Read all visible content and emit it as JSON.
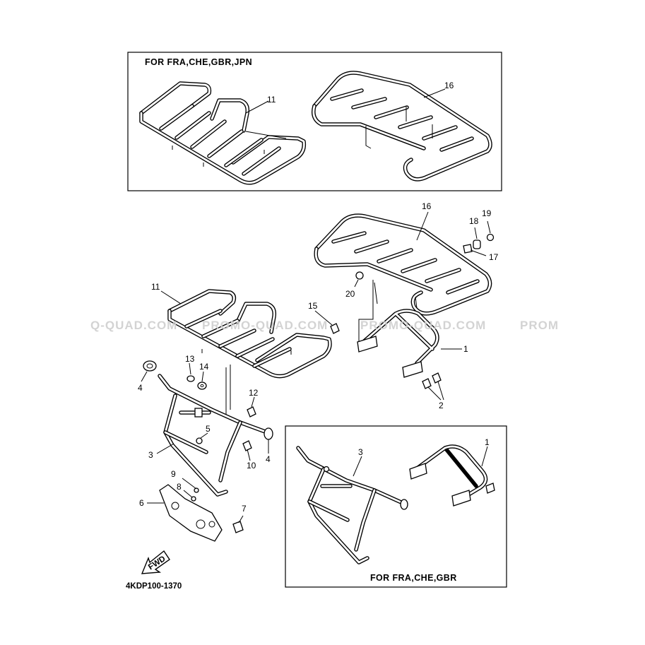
{
  "box_top": {
    "caption": "FOR  FRA,CHE,GBR,JPN",
    "labels": [
      "11",
      "16"
    ]
  },
  "box_bottom": {
    "caption": "FOR  FRA,CHE,GBR",
    "labels": [
      "3",
      "1"
    ]
  },
  "main_labels": {
    "p16": "16",
    "p19": "19",
    "p18": "18",
    "p17": "17",
    "p20": "20",
    "p11": "11",
    "p15": "15",
    "p1": "1",
    "p13": "13",
    "p14": "14",
    "p4a": "4",
    "p12": "12",
    "p2": "2",
    "p5": "5",
    "p3": "3",
    "p10": "10",
    "p4b": "4",
    "p9": "9",
    "p8": "8",
    "p6": "6",
    "p7": "7"
  },
  "fwd_label": "FWD",
  "diagram_code": "4KDP100-1370",
  "watermark": "PROMO-QUAD.COM"
}
